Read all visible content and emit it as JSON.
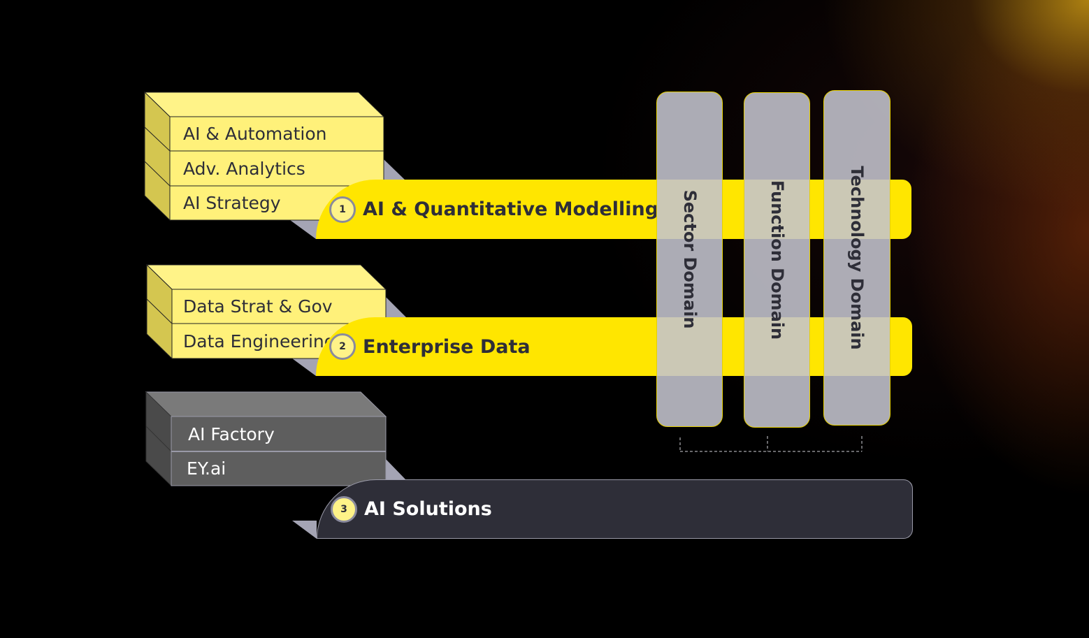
{
  "stacks": [
    {
      "rows": [
        "AI & Automation",
        "Adv. Analytics",
        "AI Strategy"
      ]
    },
    {
      "rows": [
        "Data Strat & Gov",
        "Data Engineering"
      ]
    },
    {
      "rows": [
        "AI Factory",
        "EY.ai"
      ]
    }
  ],
  "banners": [
    {
      "number": "1",
      "title": "AI & Quantitative Modelling"
    },
    {
      "number": "2",
      "title": "Enterprise Data"
    },
    {
      "number": "3",
      "title": "AI Solutions"
    }
  ],
  "domains": [
    "Sector Domain",
    "Function Domain",
    "Technology Domain"
  ],
  "colors": {
    "yellow": "#ffe600",
    "light_yellow": "#fff388",
    "dark": "#2e2e38",
    "column": "#c4c4ce"
  }
}
